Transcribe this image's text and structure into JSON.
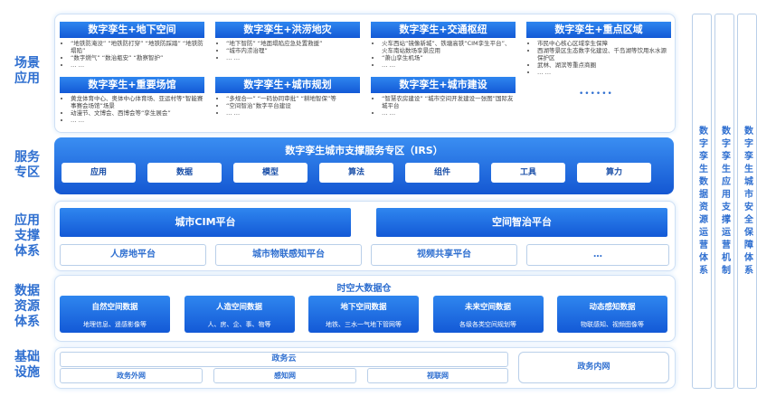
{
  "layers": {
    "scene": "场景\n应用",
    "service": "服务\n专区",
    "support": "应用\n支撑\n体系",
    "data": "数据\n资源\n体系",
    "infra": "基础\n设施"
  },
  "scenarios": [
    {
      "title": "数字孪生+地下空间",
      "items": [
        "“地铁防淹没” “地铁防打穿” “地铁防踩踏” “地铁防塌陷”",
        "“数字燃气” “数治瓶安” “勘察智护”",
        "… …"
      ]
    },
    {
      "title": "数字孪生+洪涝地灾",
      "items": [
        "“地下智防” “地面塌陷应急处置救援”",
        "“城市内涝治理”",
        "… …"
      ]
    },
    {
      "title": "数字孪生+交通枢纽",
      "items": [
        "火车西站“镜像新城”、铁塘高铁“CIM孪生平台”、火车南站数场孪景应用",
        "“萧山孪生机场”",
        "… …"
      ]
    },
    {
      "title": "数字孪生+重点区域",
      "items": [
        "市民中心核心区域孪生保障",
        "西湖等景区生态数字化建设、千岛湖等饮用水水源保护区",
        "武林、湖滨等重点商圈",
        "… …"
      ]
    },
    {
      "title": "数字孪生+重要场馆",
      "items": [
        "黄龙体育中心、奥体中心体育场、亚运村等“智能赛事赛会场馆”场景",
        "动漫节、文博会、西博会等“孪生展会”",
        "… …"
      ]
    },
    {
      "title": "数字孪生+城市规划",
      "items": [
        "“多规合一” “一码协同审批” “耕地智保”等",
        "“空间智治”数字平台建设",
        "… …"
      ]
    },
    {
      "title": "数字孪生+城市建设",
      "items": [
        "“智慧农房建设” “城市空间开发建设一张图”国际友城平台",
        "… …"
      ]
    }
  ],
  "scenarios_more": "••••••",
  "service": {
    "title": "数字孪生城市支撑服务专区（IRS）",
    "items": [
      "应用",
      "数据",
      "模型",
      "算法",
      "组件",
      "工具",
      "算力"
    ]
  },
  "support": {
    "main": [
      "城市CIM平台",
      "空间智治平台"
    ],
    "sub": [
      "人房地平台",
      "城市物联感知平台",
      "视频共享平台",
      "…"
    ]
  },
  "data": {
    "title": "时空大数据仓",
    "items": [
      {
        "t": "自然空间数据",
        "s": "地理信息、遥感影像等"
      },
      {
        "t": "人造空间数据",
        "s": "人、房、企、事、物等"
      },
      {
        "t": "地下空间数据",
        "s": "地铁、三水一气地下管网等"
      },
      {
        "t": "未来空间数据",
        "s": "各级各类空间规划等"
      },
      {
        "t": "动态感知数据",
        "s": "物联感知、视频图像等"
      }
    ]
  },
  "infra": {
    "cloud": "政务云",
    "nets": [
      "政务外网",
      "感知网",
      "视联网"
    ],
    "intranet": "政务内网"
  },
  "columns": [
    "数字孪生数据资源运营体系",
    "数字孪生应用支撑运营机制",
    "数字孪生城市安全保障体系"
  ]
}
